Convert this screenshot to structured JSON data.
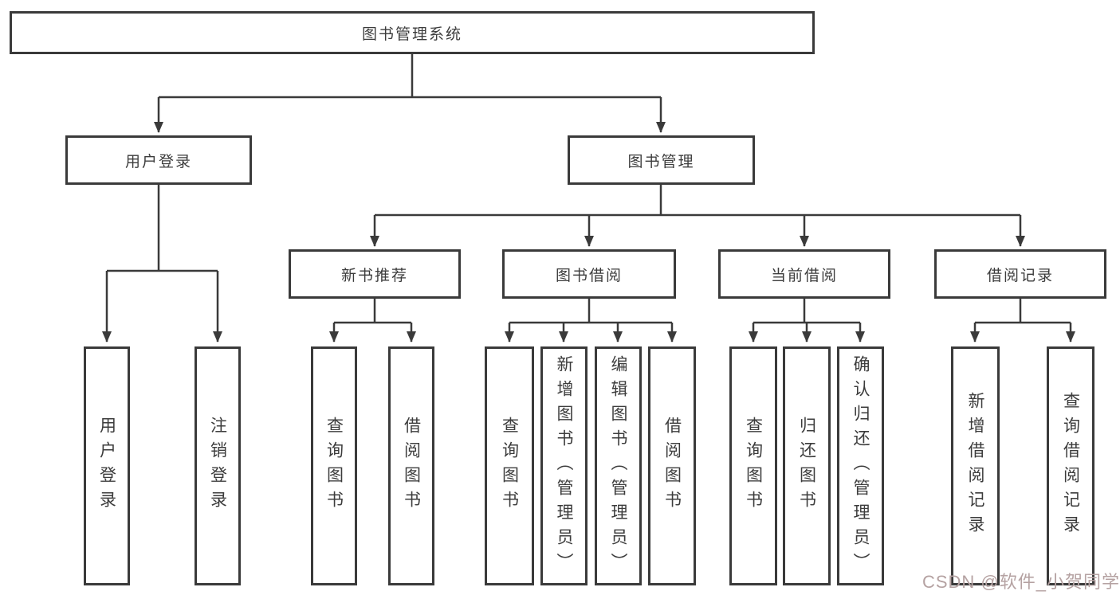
{
  "diagram": {
    "title": "图书管理系统",
    "branches": [
      {
        "label": "用户登录",
        "leaves": [
          "用户登录",
          "注销登录"
        ]
      },
      {
        "label": "图书管理",
        "children": [
          {
            "label": "新书推荐",
            "leaves": [
              "查询图书",
              "借阅图书"
            ]
          },
          {
            "label": "图书借阅",
            "leaves": [
              "查询图书",
              "新增图书（管理员）",
              "编辑图书（管理员）",
              "借阅图书"
            ]
          },
          {
            "label": "当前借阅",
            "leaves": [
              "查询图书",
              "归还图书",
              "确认归还（管理员）"
            ]
          },
          {
            "label": "借阅记录",
            "leaves": [
              "新增借阅记录",
              "查询借阅记录"
            ]
          }
        ]
      }
    ]
  },
  "colors": {
    "line": "#3a3a3a",
    "text": "#3c3c3c",
    "background": "#ffffff",
    "watermark": "#b5a2a2"
  },
  "watermark": {
    "text": "CSDN @软件_小贺同学"
  }
}
